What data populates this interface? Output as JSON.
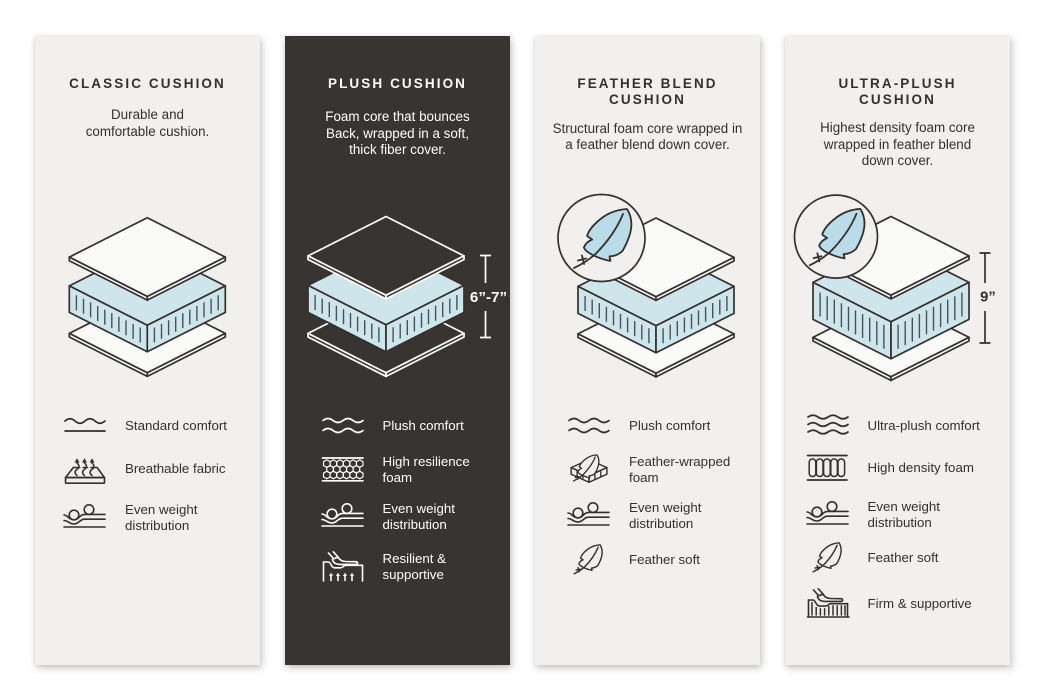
{
  "page": {
    "background": "#ffffff",
    "title": "Cushion comparison infographic"
  },
  "colors": {
    "card_light": "#f1f0ee",
    "card_dark": "#383431",
    "ink": "#33302d",
    "ink_on_dark": "#ffffff",
    "foam_blue": "#cfe5ec",
    "feather_blue": "#b9dce8"
  },
  "cards": [
    {
      "id": "classic-cushion",
      "theme": "light",
      "title": "CLASSIC CUSHION",
      "description": "Durable and\ncomfortable cushion.",
      "measurement": null,
      "features": [
        {
          "icon": "wave-flat-icon",
          "label": "Standard comfort"
        },
        {
          "icon": "breathable-fabric-icon",
          "label": "Breathable fabric"
        },
        {
          "icon": "weight-distribution-icon",
          "label": "Even weight\ndistribution"
        }
      ]
    },
    {
      "id": "plush-cushion",
      "theme": "dark",
      "title": "PLUSH CUSHION",
      "description": "Foam core that bounces\nBack, wrapped in a soft,\nthick fiber cover.",
      "measurement": {
        "label": "6”-7”"
      },
      "features": [
        {
          "icon": "waves-two-icon",
          "label": "Plush comfort"
        },
        {
          "icon": "high-resilience-foam-icon",
          "label": "High resilience\nfoam"
        },
        {
          "icon": "weight-distribution-icon",
          "label": "Even weight\ndistribution"
        },
        {
          "icon": "resilient-supportive-icon",
          "label": "Resilient &\nsupportive"
        }
      ]
    },
    {
      "id": "feather-blend-cushion",
      "theme": "light",
      "title": "FEATHER BLEND\nCUSHION",
      "description": "Structural foam core wrapped in\na feather blend down cover.",
      "measurement": null,
      "features": [
        {
          "icon": "waves-two-icon",
          "label": "Plush comfort"
        },
        {
          "icon": "feather-wrapped-foam-icon",
          "label": "Feather-wrapped\nfoam"
        },
        {
          "icon": "weight-distribution-icon",
          "label": "Even weight\ndistribution"
        },
        {
          "icon": "feather-icon",
          "label": "Feather soft"
        }
      ]
    },
    {
      "id": "ultra-plush-cushion",
      "theme": "light",
      "title": "ULTRA-PLUSH\nCUSHION",
      "description": "Highest density foam core\nwrapped in feather blend\ndown cover.",
      "measurement": {
        "label": "9”"
      },
      "features": [
        {
          "icon": "waves-three-icon",
          "label": "Ultra-plush comfort"
        },
        {
          "icon": "high-density-foam-icon",
          "label": "High density foam"
        },
        {
          "icon": "weight-distribution-icon",
          "label": "Even weight\ndistribution"
        },
        {
          "icon": "feather-icon",
          "label": "Feather soft"
        },
        {
          "icon": "firm-supportive-icon",
          "label": "Firm & supportive"
        }
      ]
    }
  ]
}
